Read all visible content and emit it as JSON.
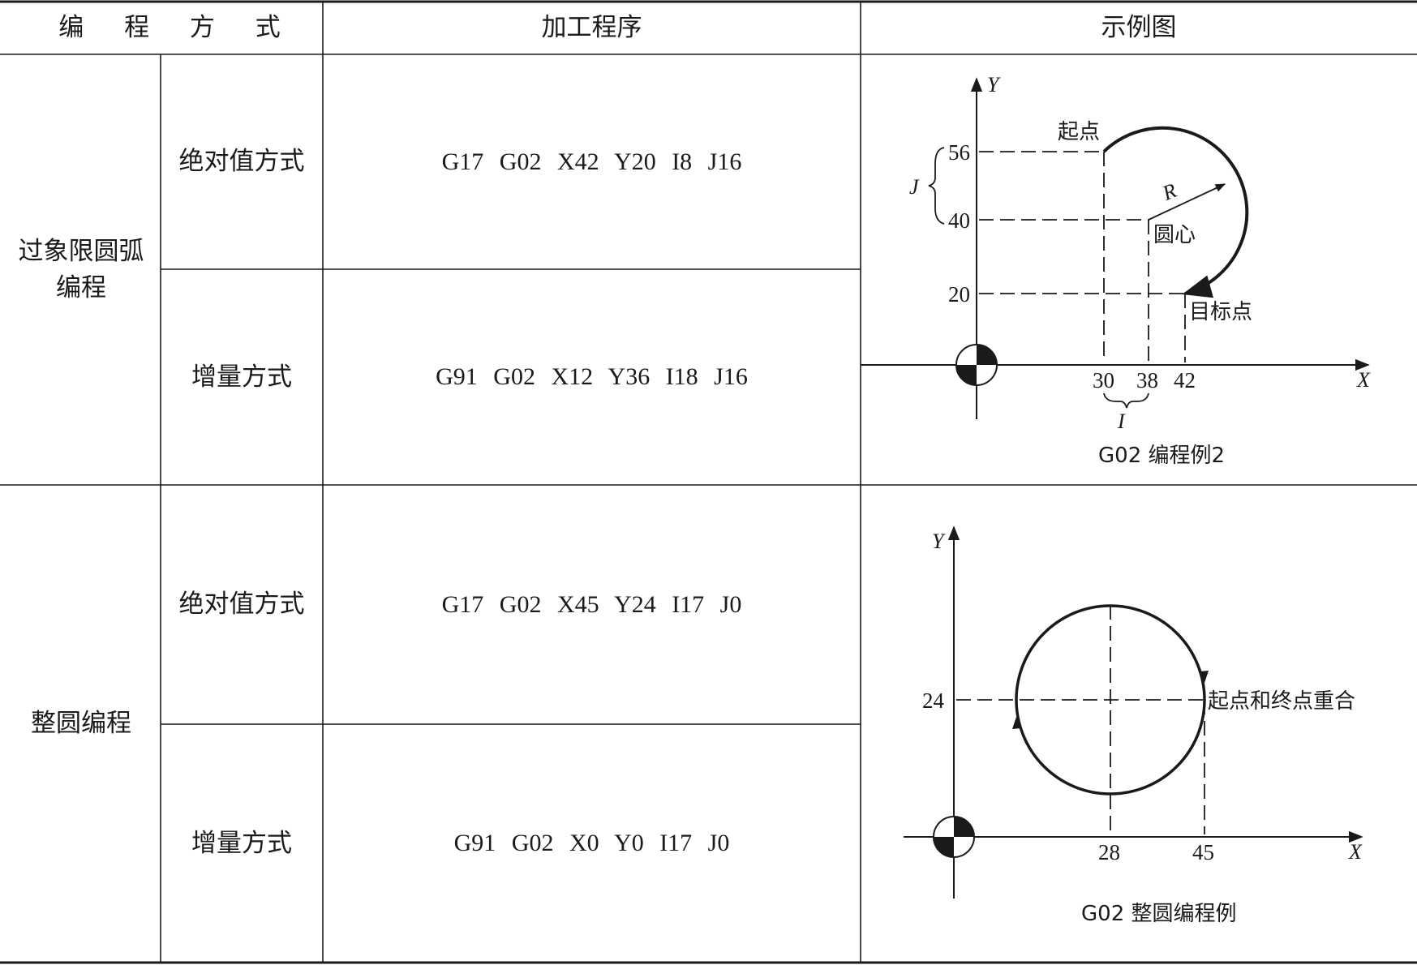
{
  "table": {
    "headers": {
      "method": "编 程 方 式",
      "program": "加工程序",
      "example": "示例图"
    },
    "groups": [
      {
        "name": "过象限圆弧编程",
        "rows": [
          {
            "mode": "绝对值方式",
            "program": "G17 G02 X42 Y20 I8 J16"
          },
          {
            "mode": "增量方式",
            "program": "G91 G02 X12 Y36 I18 J16"
          }
        ]
      },
      {
        "name": "整圆编程",
        "rows": [
          {
            "mode": "绝对值方式",
            "program": "G17 G02 X45 Y24 I17 J0"
          },
          {
            "mode": "增量方式",
            "program": "G91 G02 X0 Y0 I17 J0"
          }
        ]
      }
    ]
  },
  "figure1": {
    "caption": "G02 编程例2",
    "axis_x": "X",
    "axis_y": "Y",
    "y_ticks": [
      "56",
      "40",
      "20"
    ],
    "x_ticks": [
      "30",
      "38",
      "42"
    ],
    "label_j": "J",
    "label_i": "I",
    "label_r": "R",
    "start_label": "起点",
    "center_label": "圆心",
    "target_label": "目标点"
  },
  "figure2": {
    "caption": "G02 整圆编程例",
    "axis_x": "X",
    "axis_y": "Y",
    "y_ticks": [
      "24"
    ],
    "x_ticks": [
      "28",
      "45"
    ],
    "coincide_label": "起点和终点重合"
  }
}
